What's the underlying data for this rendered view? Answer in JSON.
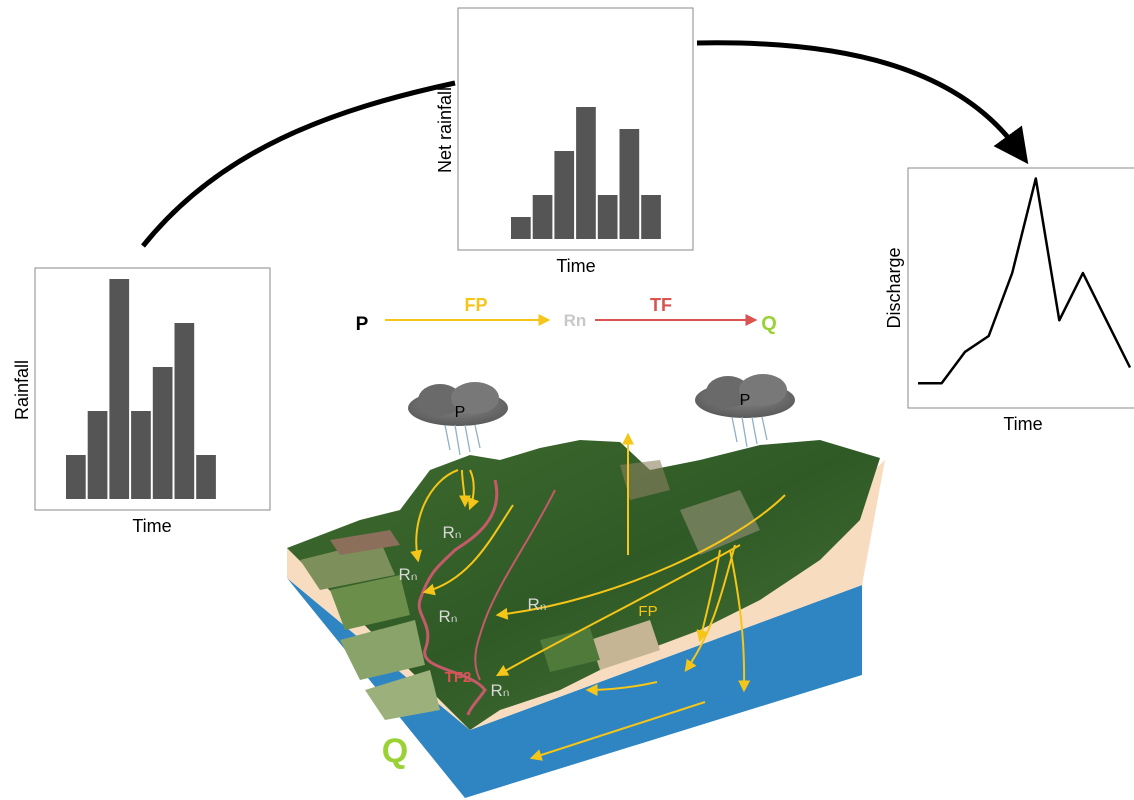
{
  "charts": {
    "rainfall": {
      "type": "bar",
      "ylabel": "Rainfall",
      "xlabel": "Time",
      "values": [
        2,
        4,
        10,
        4,
        6,
        8,
        2
      ],
      "ylim": [
        0,
        10
      ]
    },
    "net_rainfall": {
      "type": "bar",
      "ylabel": "Net rainfall",
      "xlabel": "Time",
      "values": [
        1,
        2,
        4,
        6,
        2,
        5,
        2
      ],
      "ylim": [
        0,
        6
      ]
    },
    "discharge": {
      "type": "line",
      "ylabel": "Discharge",
      "xlabel": "Time",
      "values": [
        0.5,
        0.5,
        1.5,
        2,
        4,
        7,
        2.5,
        4,
        2.5,
        1
      ],
      "ylim": [
        0,
        8
      ]
    }
  },
  "flow": {
    "p": "P",
    "fp": "FP",
    "rn": "Rn",
    "tf": "TF",
    "q": "Q"
  },
  "clouds": {
    "left": "P",
    "right": "P"
  },
  "landscape": {
    "rn_labels": [
      "Rₙ",
      "Rₙ",
      "Rₙ",
      "Rₙ",
      "Rₙ"
    ],
    "fp_label": "FP",
    "tf2_label": "TF2",
    "q_label": "Q"
  },
  "colors": {
    "bar": "#555555",
    "fp_arrow": "#f5c518",
    "tf_arrow": "#d9534f",
    "q_green": "#9ad235",
    "rn_grey": "#c8c8c8",
    "water": "#2e85c2",
    "soil": "#f8dcc0"
  }
}
